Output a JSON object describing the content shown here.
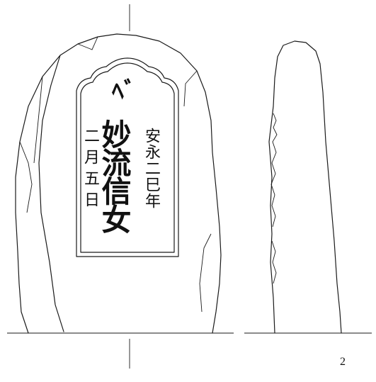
{
  "figure_number": "2",
  "inscription": {
    "bonji": "ﾍﾞ",
    "main_name": "妙流信女",
    "right_column": "安永二巳年",
    "left_column": "二月五日"
  }
}
